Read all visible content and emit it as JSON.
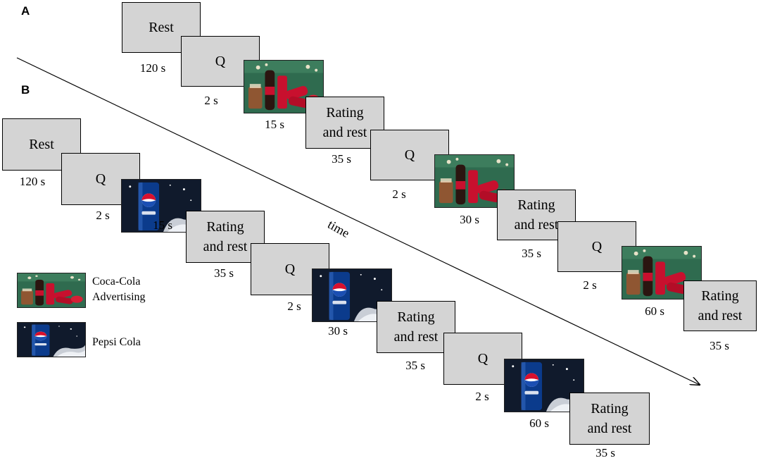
{
  "panels": {
    "a": "A",
    "b": "B"
  },
  "time_label": "time",
  "labels": {
    "rest": "Rest",
    "q": "Q",
    "rating": "Rating\nand rest"
  },
  "durations": {
    "d120": "120 s",
    "d2": "2 s",
    "d15": "15 s",
    "d35": "35 s",
    "d30": "30 s",
    "d60": "60 s"
  },
  "legend": {
    "coca": "Coca-Cola\nAdvertising",
    "pepsi": "Pepsi Cola"
  },
  "images": {
    "coca": "coca-cola-advertising-image",
    "pepsi": "pepsi-cola-image"
  },
  "colors": {
    "box_fill": "#d4d4d4",
    "coca_red": "#c8102e",
    "coca_green": "#2f6b4f",
    "pepsi_blue": "#0b3b8c"
  }
}
